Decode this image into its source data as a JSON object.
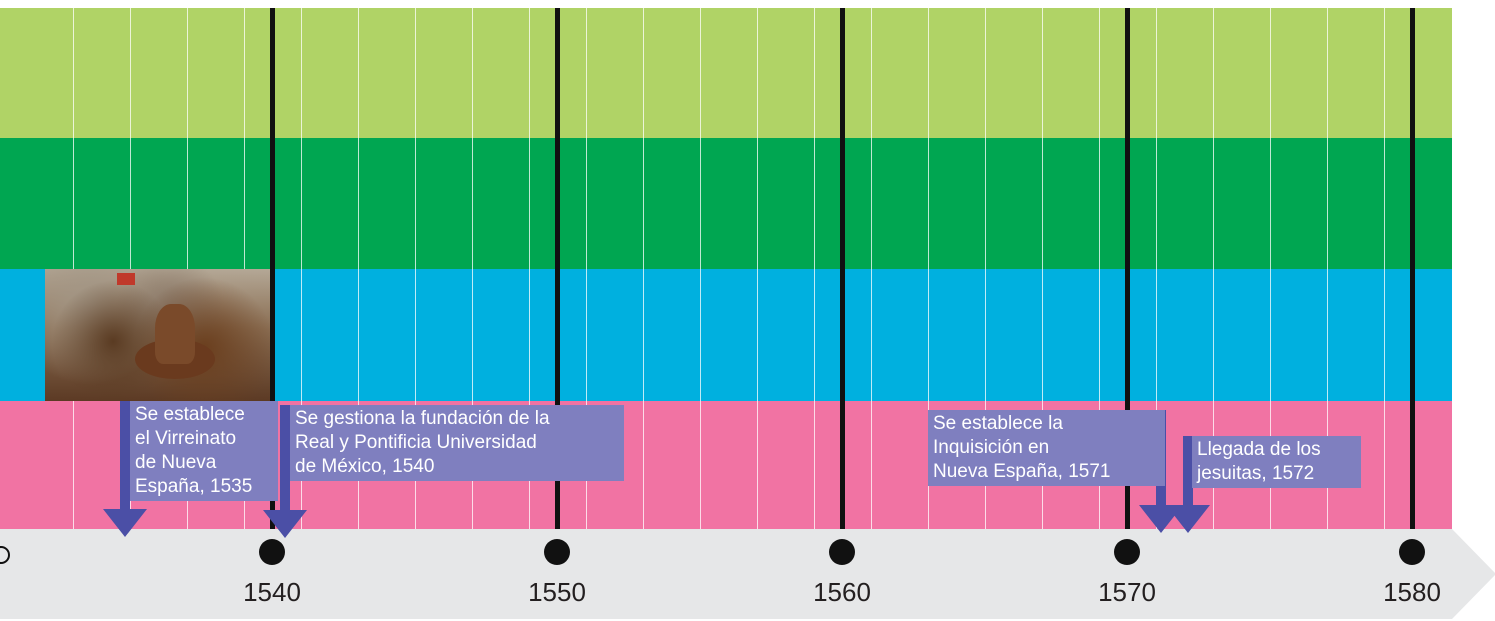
{
  "timeline": {
    "start_year": 1530,
    "end_year": 1580,
    "ticks": [
      {
        "year": 1540,
        "label": "1540"
      },
      {
        "year": 1550,
        "label": "1550"
      },
      {
        "year": 1560,
        "label": "1560"
      },
      {
        "year": 1570,
        "label": "1570"
      },
      {
        "year": 1580,
        "label": "1580"
      }
    ],
    "minor_step_years": 2
  },
  "events": [
    {
      "year": 1535,
      "text": "Se establece\nel Virreinato\nde Nueva\nEspaña, 1535"
    },
    {
      "year": 1540,
      "text": "Se gestiona la fundación de la\nReal y Pontificia Universidad\nde México, 1540"
    },
    {
      "year": 1571,
      "text": "Se establece la\nInquisición en\nNueva España, 1571"
    },
    {
      "year": 1572,
      "text": "Llegada de los\njesuitas, 1572"
    }
  ],
  "colors": {
    "band_1": "#b0d366",
    "band_2": "#00a651",
    "band_3": "#00b0df",
    "band_4": "#f173a3",
    "event_arrow": "#4b4fa6",
    "event_box": "#7f7fbf",
    "axis": "#e6e7e8"
  },
  "image": {
    "icon": "conquest-battle-painting"
  }
}
